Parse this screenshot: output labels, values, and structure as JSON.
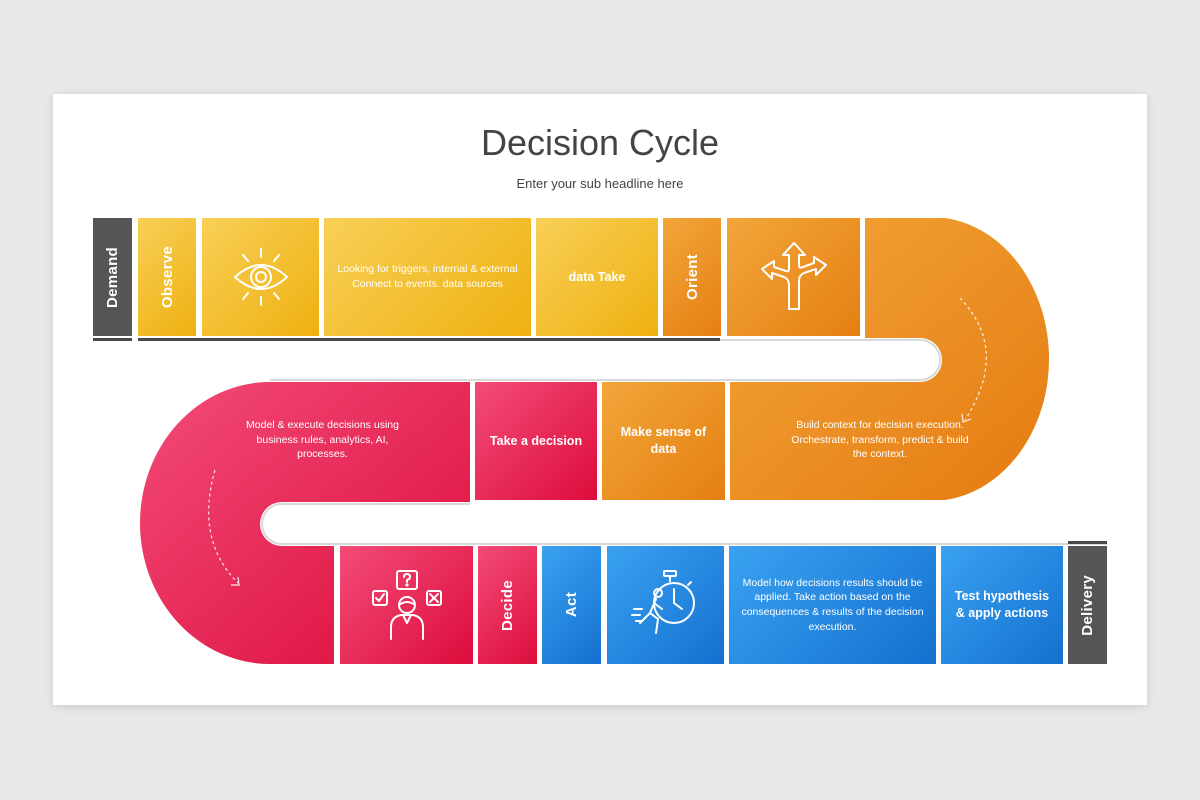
{
  "title": "Decision Cycle",
  "subtitle": "Enter your sub headline here",
  "row1": {
    "demand": "Demand",
    "observe": "Observe",
    "observe_text": "Looking for triggers, internal & external Connect to events. data sources",
    "data_take": "data Take",
    "orient": "Orient"
  },
  "row2": {
    "model_text": "Model & execute decisions using business rules, analytics, AI, processes.",
    "take_decision": "Take a decision",
    "make_sense": "Make sense of data",
    "build_text": "Build context for decision execution. Orchestrate, transform, predict & build the context."
  },
  "row3": {
    "decide": "Decide",
    "act": "Act",
    "model_how_text": "Model how decisions results should be applied. Take action based on the consequences & results of the decision execution.",
    "test_hypothesis": "Test hypothesis & apply actions",
    "delivery": "Delivery"
  },
  "colors": {
    "yellow": "#f3bd2a",
    "orange": "#ec8f20",
    "red": "#e61c4b",
    "blue": "#1d84de",
    "gray": "#555557"
  },
  "icons": [
    "eye-icon",
    "direction-arrows-icon",
    "decision-person-icon",
    "stopwatch-runner-icon"
  ]
}
